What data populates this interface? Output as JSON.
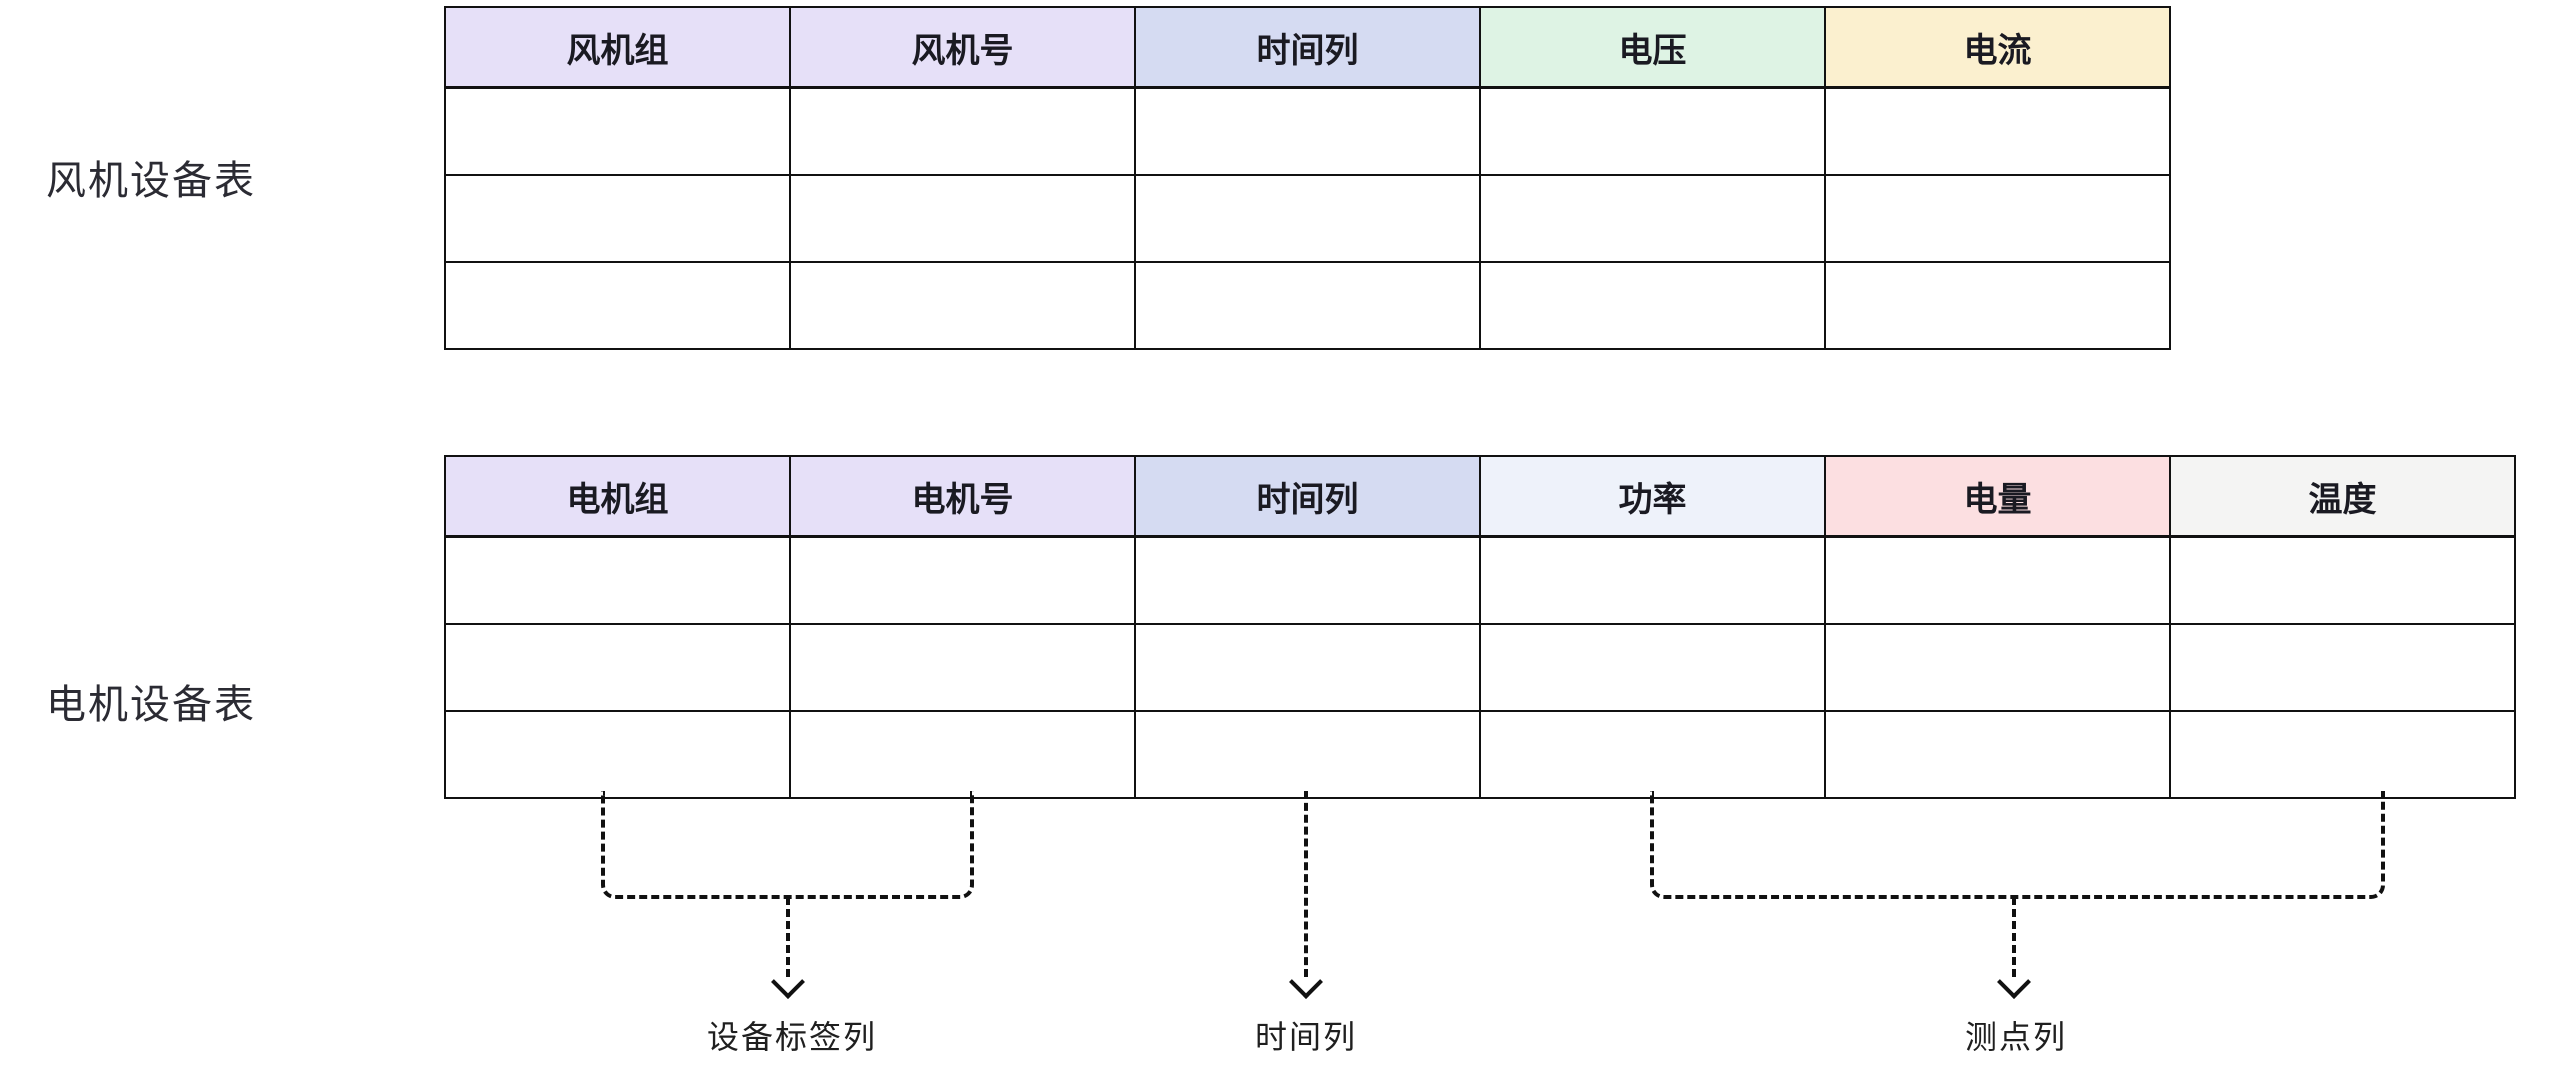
{
  "page": {
    "background": "#ffffff",
    "line_color": "#111111"
  },
  "tables": [
    {
      "title": "风机设备表",
      "body_row_count": 3,
      "columns": [
        {
          "label": "风机组",
          "bg": "#e6e0f8"
        },
        {
          "label": "风机号",
          "bg": "#e6e0f8"
        },
        {
          "label": "时间列",
          "bg": "#d5dbf2"
        },
        {
          "label": "电压",
          "bg": "#def3e4"
        },
        {
          "label": "电流",
          "bg": "#fbf0cf"
        }
      ]
    },
    {
      "title": "电机设备表",
      "body_row_count": 3,
      "columns": [
        {
          "label": "电机组",
          "bg": "#e6e0f8"
        },
        {
          "label": "电机号",
          "bg": "#e6e0f8"
        },
        {
          "label": "时间列",
          "bg": "#d5dbf2"
        },
        {
          "label": "功率",
          "bg": "#eef2fa"
        },
        {
          "label": "电量",
          "bg": "#fcdfe1"
        },
        {
          "label": "温度",
          "bg": "#f4f4f3"
        }
      ]
    }
  ],
  "annotations": [
    {
      "label": "设备标签列"
    },
    {
      "label": "时间列"
    },
    {
      "label": "测点列"
    }
  ]
}
